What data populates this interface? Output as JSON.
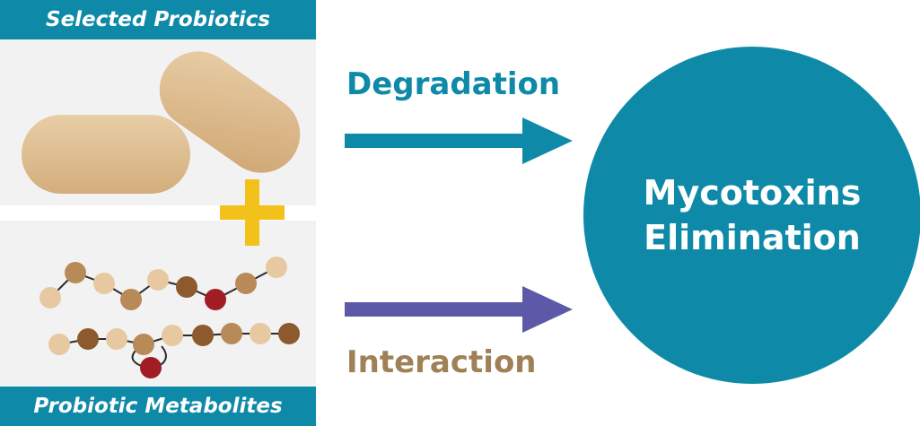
{
  "banners": {
    "top": "Selected Probiotics",
    "bottom": "Probiotic Metabolites"
  },
  "arrows": {
    "degradation": {
      "label": "Degradation",
      "color": "#0e8aa8"
    },
    "interaction": {
      "label": "Interaction",
      "color": "#5c5aa8",
      "label_color": "#a08056"
    }
  },
  "outcome": {
    "line1": "Mycotoxins",
    "line2": "Elimination",
    "color": "#0e8aa8"
  },
  "colors": {
    "banner": "#0e8aa8",
    "plus": "#f2c21a",
    "capsule": "#dcb98c",
    "bead_light": "#e6c9a1",
    "bead_mid": "#b88a58",
    "bead_dark": "#8c5a2c",
    "bead_red": "#a01d24"
  }
}
